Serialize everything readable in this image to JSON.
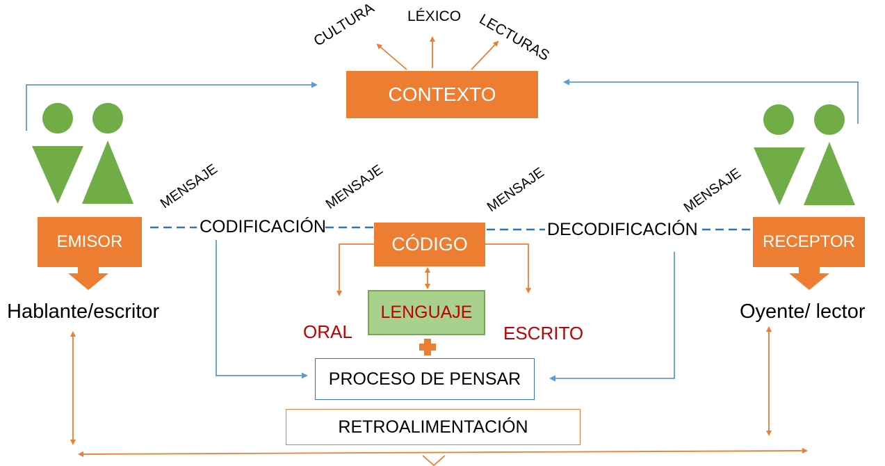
{
  "contexto": {
    "label": "CONTEXTO",
    "branches": [
      "CULTURA",
      "LÉXICO",
      "LECTURAS"
    ]
  },
  "emisor": {
    "label": "EMISOR",
    "subtitle": "Hablante/escritor"
  },
  "receptor": {
    "label": "RECEPTOR",
    "subtitle": "Oyente/ lector"
  },
  "codificacion": "CODIFICACIÓN",
  "decodificacion": "DECODIFICACIÓN",
  "codigo": "CÓDIGO",
  "lenguaje": "LENGUAJE",
  "oral": "ORAL",
  "escrito": "ESCRITO",
  "proceso": "PROCESO DE PENSAR",
  "retroalimentacion": "RETROALIMENTACIÓN",
  "mensajes": [
    "MENSAJE",
    "MENSAJE",
    "MENSAJE",
    "MENSAJE"
  ],
  "colors": {
    "orange": "#ed7d31",
    "green": "#70ad47",
    "blue": "#5b9bd5",
    "dash": "#2e75b6",
    "red": "#c00000",
    "lenguaje_fill": "#a9d18e"
  }
}
